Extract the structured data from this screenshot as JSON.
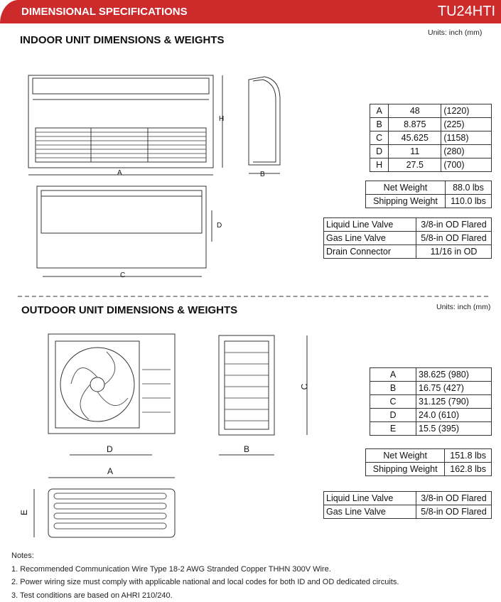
{
  "header": {
    "title": "DIMENSIONAL SPECIFICATIONS",
    "model": "TU24HTI"
  },
  "indoor": {
    "heading": "INDOOR UNIT DIMENSIONS & WEIGHTS",
    "units": "Units: inch (mm)",
    "labels": {
      "A": "A",
      "B": "B",
      "C": "C",
      "D": "D",
      "H": "H"
    },
    "dimensions": [
      [
        "A",
        "48",
        "(1220)"
      ],
      [
        "B",
        "8.875",
        "(225)"
      ],
      [
        "C",
        "45.625",
        "(1158)"
      ],
      [
        "D",
        "11",
        "(280)"
      ],
      [
        "H",
        "27.5",
        "(700)"
      ]
    ],
    "weights": [
      [
        "Net Weight",
        "88.0 lbs"
      ],
      [
        "Shipping Weight",
        "110.0 lbs"
      ]
    ],
    "connections": [
      [
        "Liquid Line Valve",
        "3/8-in OD Flared"
      ],
      [
        "Gas Line Valve",
        "5/8-in OD Flared"
      ],
      [
        "Drain Connector",
        "11/16 in OD"
      ]
    ]
  },
  "outdoor": {
    "heading": "OUTDOOR UNIT DIMENSIONS & WEIGHTS",
    "units": "Units: inch (mm)",
    "labels": {
      "A": "A",
      "B": "B",
      "C": "C",
      "D": "D",
      "E": "E"
    },
    "dimensions": [
      [
        "A",
        "38.625 (980)"
      ],
      [
        "B",
        "16.75 (427)"
      ],
      [
        "C",
        "31.125 (790)"
      ],
      [
        "D",
        "24.0 (610)"
      ],
      [
        "E",
        "15.5 (395)"
      ]
    ],
    "weights": [
      [
        "Net Weight",
        "151.8 lbs"
      ],
      [
        "Shipping Weight",
        "162.8 lbs"
      ]
    ],
    "connections": [
      [
        "Liquid Line Valve",
        "3/8-in OD Flared"
      ],
      [
        "Gas Line Valve",
        "5/8-in OD Flared"
      ]
    ]
  },
  "notes": {
    "title": "Notes:",
    "items": [
      "1. Recommended Communication Wire Type 18-2 AWG Stranded Copper THHN 300V Wire.",
      "2. Power wiring size must comply with applicable national and local codes for both ID and OD dedicated circuits.",
      "3. Test conditions are based on AHRI 210/240."
    ]
  }
}
